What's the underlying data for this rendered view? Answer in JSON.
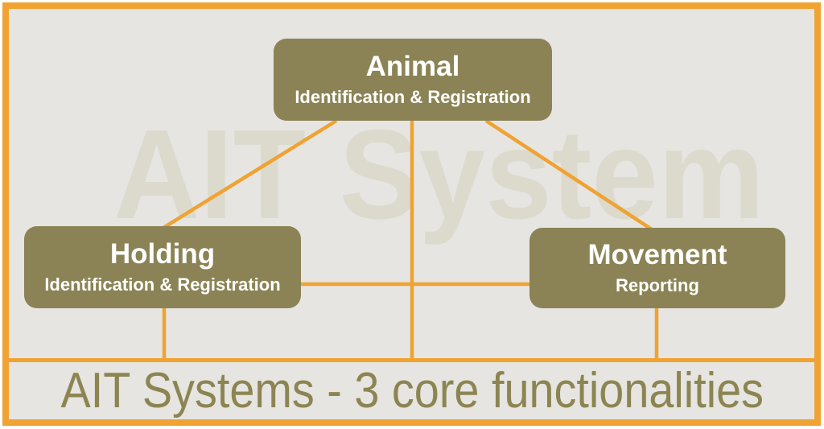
{
  "diagram": {
    "watermark_text": "AIT System",
    "footer_caption": "AIT Systems - 3 core functionalities",
    "nodes": [
      {
        "id": "animal",
        "title": "Animal",
        "subtitle": "Identification & Registration"
      },
      {
        "id": "holding",
        "title": "Holding",
        "subtitle": "Identification & Registration"
      },
      {
        "id": "movement",
        "title": "Movement",
        "subtitle": "Reporting"
      }
    ],
    "edges": [
      {
        "from": "animal",
        "to": "holding"
      },
      {
        "from": "animal",
        "to": "movement"
      },
      {
        "from": "animal",
        "to": "baseline"
      },
      {
        "from": "holding",
        "to": "movement"
      },
      {
        "from": "holding",
        "to": "baseline"
      },
      {
        "from": "movement",
        "to": "baseline"
      }
    ],
    "colors": {
      "frame_border": "#F0A232",
      "connector": "#F0A232",
      "background": "#E6E5E2",
      "node_fill": "#8B8355",
      "node_text": "#FFFFFF",
      "watermark": "#DBDACC",
      "footer_text": "#8C8552",
      "page_margin": "#FFFFFF"
    }
  }
}
